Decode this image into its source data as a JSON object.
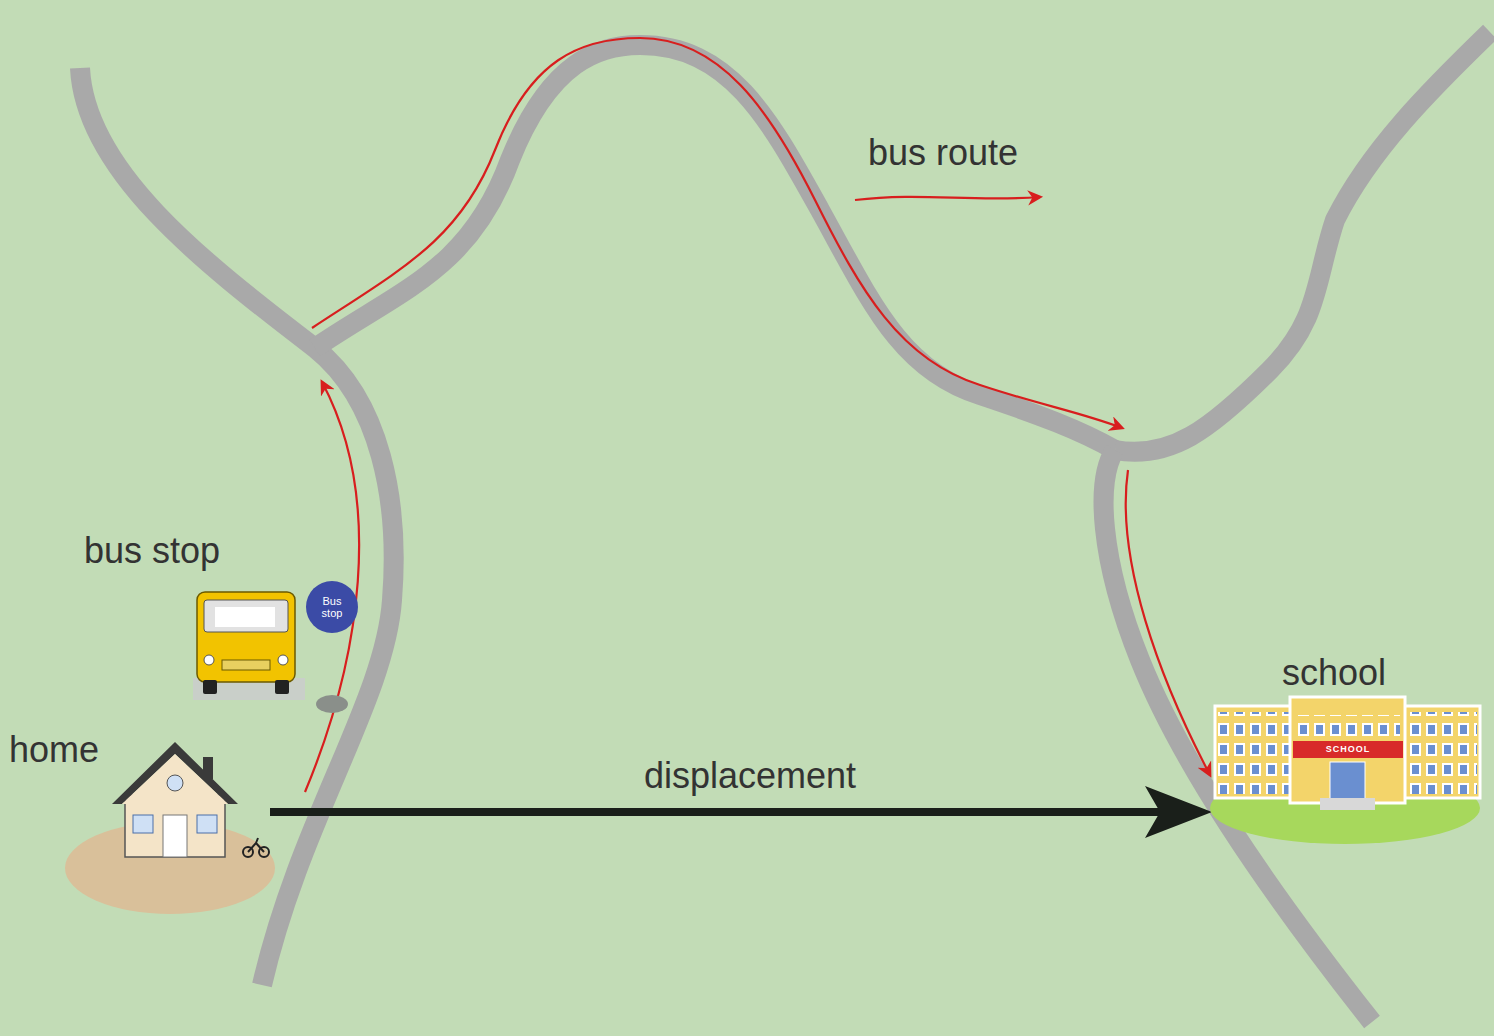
{
  "diagram": {
    "nodes": [
      {
        "text": [
          "Bus stop"
        ]
      }
    ],
    "labels": [
      "bus route",
      "bus stop",
      "home",
      "school",
      "displacement",
      "SCHOOL"
    ]
  }
}
